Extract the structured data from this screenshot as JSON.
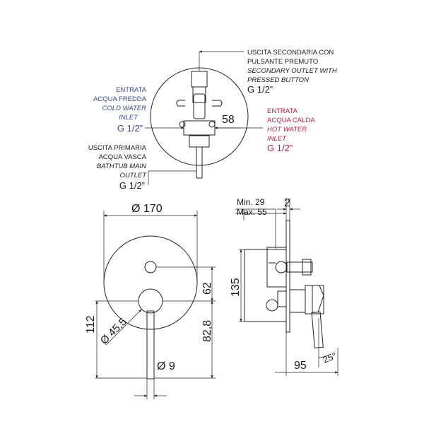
{
  "top_view": {
    "secondary_outlet": {
      "it1": "USCITA SECONDARIA CON",
      "it2": "PULSANTE PREMUTO",
      "en1": "SECONDARY OUTLET WITH",
      "en2": "PRESSED BUTTON",
      "size": "G 1/2”"
    },
    "cold_inlet": {
      "it1": "ENTRATA",
      "it2": "ACQUA FREDDA",
      "en1": "COLD WATER",
      "en2": "INLET",
      "size": "G 1/2”"
    },
    "hot_inlet": {
      "it1": "ENTRATA",
      "it2": "ACQUA CALDA",
      "en1": "HOT WATER",
      "en2": "INLET",
      "size": "G 1/2”"
    },
    "main_outlet": {
      "it1": "USCITA PRIMARIA",
      "it2": "ACQUA VASCA",
      "en1": "BATHTUB MAIN",
      "en2": "OUTLET",
      "size": "G 1/2”"
    },
    "dim_58": "58"
  },
  "front_view": {
    "dim_diameter": "Ø 170",
    "dim_62": "62",
    "dim_82_8": "82,8",
    "dim_112": "112",
    "dim_45_5": "Ø 45,5",
    "dim_9": "Ø 9"
  },
  "side_view": {
    "min": "Min. 29",
    "max": "Max. 55",
    "dim_2": "2",
    "dim_135": "135",
    "dim_95": "95",
    "dim_angle": "25°"
  },
  "colors": {
    "cold": "#3b4a8c",
    "hot": "#b0254a",
    "line": "#222222"
  }
}
